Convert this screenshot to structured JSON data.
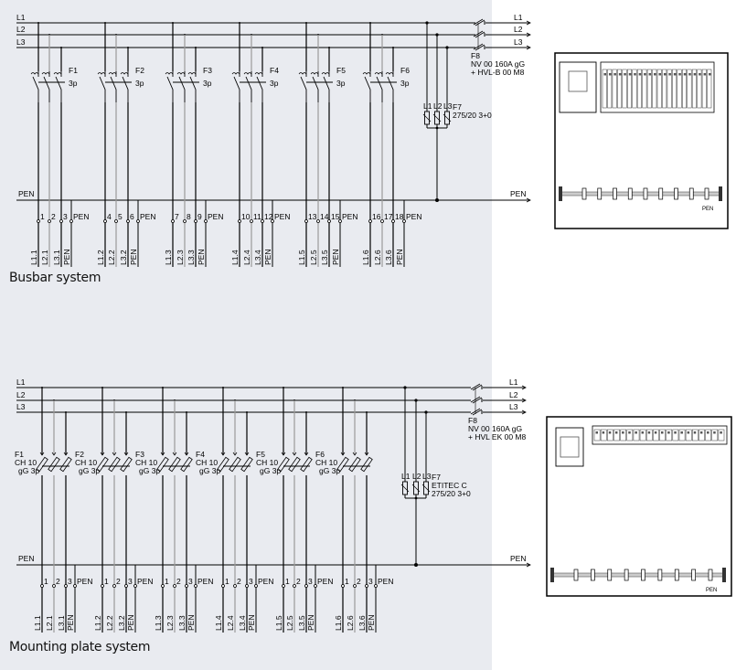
{
  "busbar": {
    "title": "Busbar system",
    "bus_labels": [
      "L1",
      "L2",
      "L3"
    ],
    "pen_label": "PEN",
    "groups": [
      {
        "name": "F1",
        "rating": "3p",
        "terminals": [
          "1",
          "2",
          "3",
          "PEN"
        ],
        "outputs": [
          "L1.1",
          "L2.1",
          "L3.1",
          "PEN"
        ]
      },
      {
        "name": "F2",
        "rating": "3p",
        "terminals": [
          "4",
          "5",
          "6",
          "PEN"
        ],
        "outputs": [
          "L1.2",
          "L2.2",
          "L3.2",
          "PEN"
        ]
      },
      {
        "name": "F3",
        "rating": "3p",
        "terminals": [
          "7",
          "8",
          "9",
          "PEN"
        ],
        "outputs": [
          "L1.3",
          "L2.3",
          "L3.3",
          "PEN"
        ]
      },
      {
        "name": "F4",
        "rating": "3p",
        "terminals": [
          "10",
          "11",
          "12",
          "PEN"
        ],
        "outputs": [
          "L1.4",
          "L2.4",
          "L3.4",
          "PEN"
        ]
      },
      {
        "name": "F5",
        "rating": "3p",
        "terminals": [
          "13",
          "14",
          "15",
          "PEN"
        ],
        "outputs": [
          "L1.5",
          "L2.5",
          "L3.5",
          "PEN"
        ]
      },
      {
        "name": "F6",
        "rating": "3p",
        "terminals": [
          "16",
          "17",
          "18",
          "PEN"
        ],
        "outputs": [
          "L1.6",
          "L2.6",
          "L3.6",
          "PEN"
        ]
      }
    ],
    "f7": {
      "phases": [
        "L1",
        "L2",
        "L3"
      ],
      "name": "F7",
      "lines": [
        "275/20 3+0"
      ]
    },
    "f8": {
      "name": "F8",
      "lines": [
        "NV 00 160A gG",
        "+ HVL-B 00 M8"
      ]
    },
    "cabinet_pen": "PEN"
  },
  "mounting": {
    "title": "Mounting plate system",
    "bus_labels": [
      "L1",
      "L2",
      "L3"
    ],
    "pen_label": "PEN",
    "groups": [
      {
        "name": "F1",
        "type": "CH 10",
        "rating": "gG 3p",
        "terminals": [
          "1",
          "2",
          "3",
          "PEN"
        ],
        "outputs": [
          "L1.1",
          "L2.1",
          "L3.1",
          "PEN"
        ]
      },
      {
        "name": "F2",
        "type": "CH 10",
        "rating": "gG 3p",
        "terminals": [
          "1",
          "2",
          "3",
          "PEN"
        ],
        "outputs": [
          "L1.2",
          "L2.2",
          "L3.2",
          "PEN"
        ]
      },
      {
        "name": "F3",
        "type": "CH 10",
        "rating": "gG 3p",
        "terminals": [
          "1",
          "2",
          "3",
          "PEN"
        ],
        "outputs": [
          "L1.3",
          "L2.3",
          "L3.3",
          "PEN"
        ]
      },
      {
        "name": "F4",
        "type": "CH 10",
        "rating": "gG 3p",
        "terminals": [
          "1",
          "2",
          "3",
          "PEN"
        ],
        "outputs": [
          "L1.4",
          "L2.4",
          "L3.4",
          "PEN"
        ]
      },
      {
        "name": "F5",
        "type": "CH 10",
        "rating": "gG 3p",
        "terminals": [
          "1",
          "2",
          "3",
          "PEN"
        ],
        "outputs": [
          "L1.5",
          "L2.5",
          "L3.5",
          "PEN"
        ]
      },
      {
        "name": "F6",
        "type": "CH 10",
        "rating": "gG 3p",
        "terminals": [
          "1",
          "2",
          "3",
          "PEN"
        ],
        "outputs": [
          "L1.6",
          "L2.6",
          "L3.6",
          "PEN"
        ]
      }
    ],
    "f7": {
      "phases": [
        "L1",
        "L2",
        "L3"
      ],
      "name": "F7",
      "lines": [
        "ETITEC C",
        "275/20 3+0"
      ]
    },
    "f8": {
      "name": "F8",
      "lines": [
        "NV 00 160A gG",
        "+ HVL EK 00 M8"
      ]
    },
    "cabinet_pen": "PEN"
  }
}
